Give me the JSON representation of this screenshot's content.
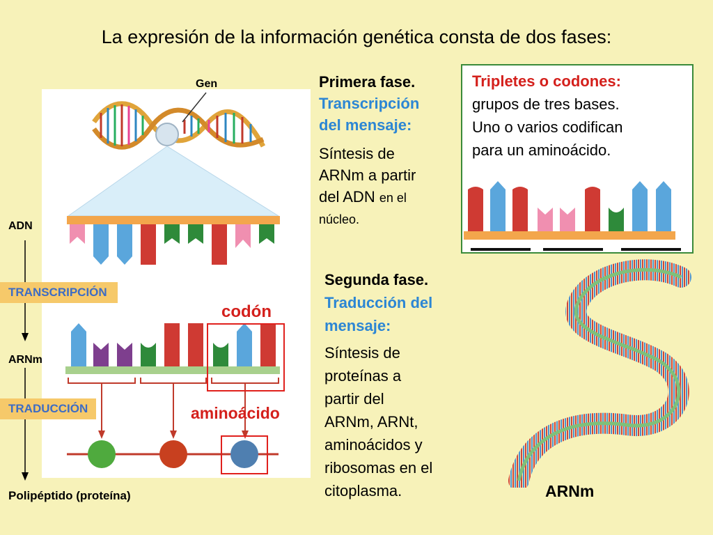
{
  "title": "La expresión de la información genética consta de dos fases:",
  "diagram": {
    "gen_label": "Gen",
    "adn_label": "ADN",
    "transcripcion_label": "TRANSCRIPCIÓN",
    "arnm_label": "ARNm",
    "traduccion_label": "TRADUCCIÓN",
    "polipeptido_label": "Polipéptido (proteína)",
    "codon_label": "codón",
    "aminoacido_label": "aminoácido"
  },
  "primera_fase": {
    "heading": "Primera fase.",
    "subheading_line1": "Transcripción",
    "subheading_line2": "del mensaje:",
    "body_line1": "Síntesis de",
    "body_line2": "ARNm a partir",
    "body_line3_main": "del ADN",
    "body_line3_small": "en el",
    "body_line4_small": "núcleo."
  },
  "tripletes": {
    "heading": "Tripletes o codones:",
    "line1": "grupos de tres bases.",
    "line2": "Uno o varios codifican",
    "line3": "para un aminoácido."
  },
  "segunda_fase": {
    "heading": "Segunda fase.",
    "subheading_line1": "Traducción del",
    "subheading_line2": "mensaje:",
    "body_lines": [
      "Síntesis de",
      "proteínas a",
      "partir del",
      "ARNm, ARNt,",
      "aminoácidos y",
      "ribosomas en el",
      "citoplasma."
    ]
  },
  "arnm_bottom_label": "ARNm",
  "colors": {
    "background": "#f7f2b9",
    "red": "#d4201c",
    "blue": "#2c86d4",
    "orange_box": "#f6c96a",
    "green_border": "#3a8a3a"
  }
}
